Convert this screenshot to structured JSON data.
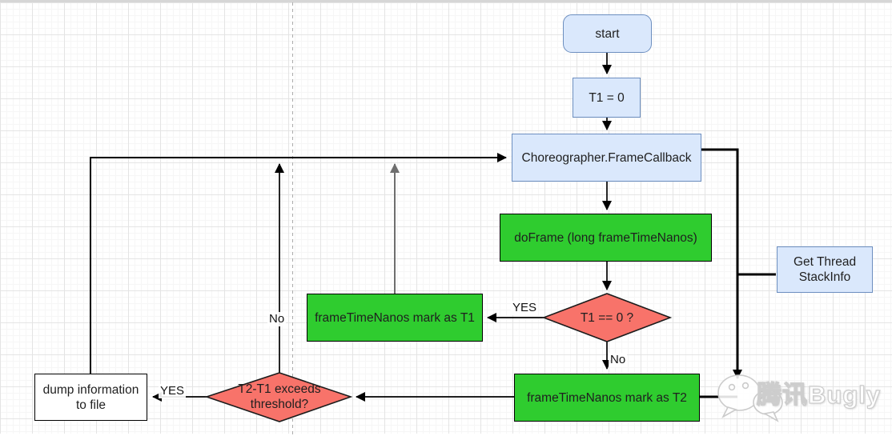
{
  "nodes": {
    "start": {
      "label": "start"
    },
    "t1_init": {
      "label": "T1 = 0"
    },
    "frame_callback": {
      "label": "Choreographer.FrameCallback"
    },
    "do_frame": {
      "label": "doFrame (long frameTimeNanos)"
    },
    "t1_check": {
      "label": "T1 == 0 ?"
    },
    "mark_t1": {
      "label": "frameTimeNanos mark as T1"
    },
    "mark_t2": {
      "label": "frameTimeNanos mark as T2"
    },
    "threshold_check": {
      "label": "T2-T1 exceeds threshold?"
    },
    "dump_info": {
      "label": "dump information to file"
    },
    "stack_info": {
      "label": "Get Thread StackInfo"
    }
  },
  "edge_labels": {
    "t1_check_yes": "YES",
    "t1_check_no": "No",
    "threshold_no": "No",
    "threshold_yes": "YES"
  },
  "watermark": {
    "brand": "腾讯Bugly",
    "icon": "wechat-bubbles-icon"
  },
  "colors": {
    "node_blue_fill": "#dae8fc",
    "node_blue_border": "#6c8ebf",
    "node_green_fill": "#2fcc2f",
    "node_red_fill": "#f8736a",
    "connector": "#000000",
    "connector_gray": "#6e6e6e",
    "grid_major": "#e4e4e4",
    "grid_minor": "#f6f6f6"
  }
}
